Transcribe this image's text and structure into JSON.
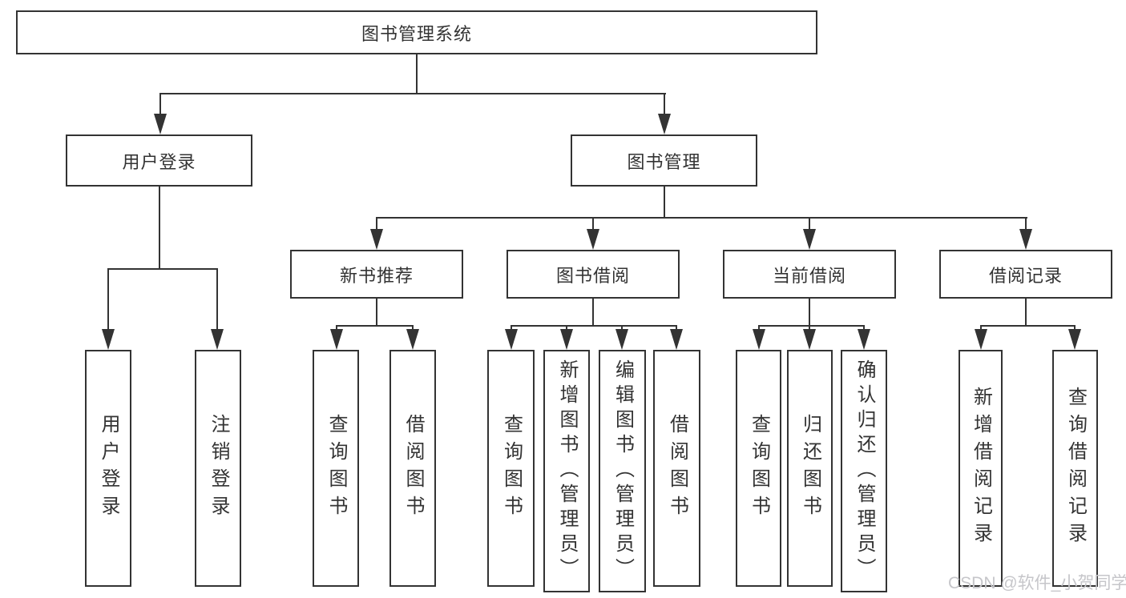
{
  "title": "图书管理系统",
  "watermark": "CSDN @软件_小贺同学",
  "colors": {
    "line": "#333333",
    "text": "#333333",
    "watermark": "#c6c6ca",
    "background": "#ffffff"
  },
  "chart_type": "tree-diagram",
  "tree": {
    "root": "图书管理系统",
    "branches": [
      {
        "label": "用户登录",
        "children": [
          {
            "label": "用户登录"
          },
          {
            "label": "注销登录"
          }
        ]
      },
      {
        "label": "图书管理",
        "children": [
          {
            "label": "新书推荐",
            "children": [
              {
                "label": "查询图书"
              },
              {
                "label": "借阅图书"
              }
            ]
          },
          {
            "label": "图书借阅",
            "children": [
              {
                "label": "查询图书"
              },
              {
                "label": "新增图书（管理员）"
              },
              {
                "label": "编辑图书（管理员）"
              },
              {
                "label": "借阅图书"
              }
            ]
          },
          {
            "label": "当前借阅",
            "children": [
              {
                "label": "查询图书"
              },
              {
                "label": "归还图书"
              },
              {
                "label": "确认归还（管理员）"
              }
            ]
          },
          {
            "label": "借阅记录",
            "children": [
              {
                "label": "新增借阅记录"
              },
              {
                "label": "查询借阅记录"
              }
            ]
          }
        ]
      }
    ]
  }
}
